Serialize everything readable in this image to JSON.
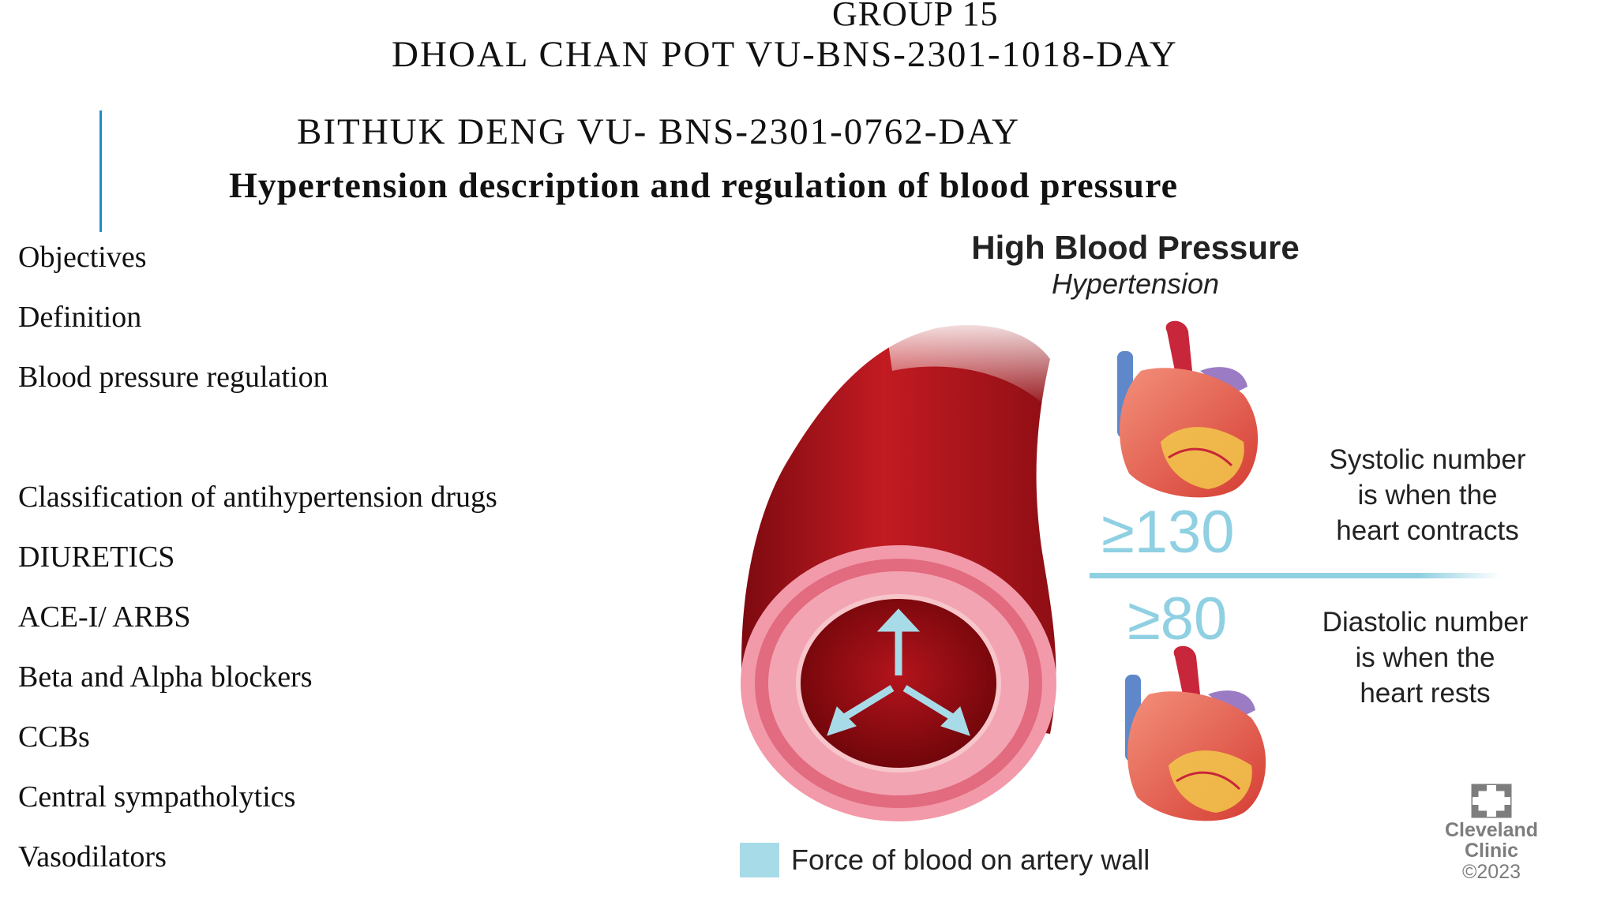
{
  "header": {
    "group": "GROUP 15",
    "member_1": "DHOAL CHAN  POT  VU-BNS-2301-1018-DAY",
    "member_2": "BITHUK DENG VU- BNS-2301-0762-DAY",
    "title": "Hypertension  description and regulation of blood pressure"
  },
  "topics": [
    "Objectives",
    "Definition",
    "Blood pressure regulation",
    "",
    "Classification of antihypertension drugs",
    "DIURETICS",
    "ACE-I/ ARBS",
    "Beta and Alpha blockers",
    "CCBs",
    "Central sympatholytics",
    "Vasodilators"
  ],
  "infographic": {
    "title": "High Blood Pressure",
    "subtitle": "Hypertension",
    "systolic_value": "≥130",
    "systolic_line_1": "Systolic number",
    "systolic_line_2": "is when the",
    "systolic_line_3": "heart contracts",
    "diastolic_value": "≥80",
    "diastolic_line_1": "Diastolic number",
    "diastolic_line_2": "is when the",
    "diastolic_line_3": "heart rests",
    "legend": "Force of blood on artery wall",
    "brand_line_1": "Cleveland",
    "brand_line_2": "Clinic",
    "brand_line_3": "©2023"
  },
  "colors": {
    "accent_line": "#1f8fc6",
    "artery_red": "#b5161c",
    "artery_pink": "#f08a9c",
    "force_blue": "#a8dbe8",
    "number_blue": "#8fd0e2",
    "brand_gray": "#7d7d7d"
  }
}
